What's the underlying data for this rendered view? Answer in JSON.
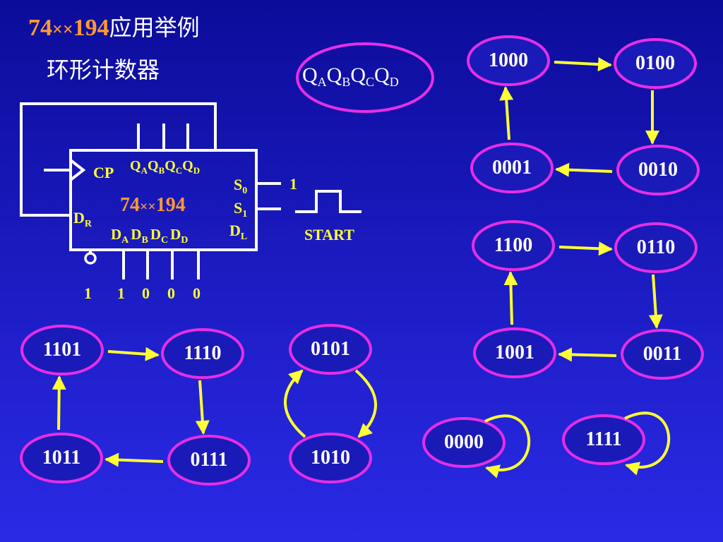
{
  "title": {
    "prefix": "74",
    "xx": "××",
    "num": "194",
    "suffix": "应用举例"
  },
  "subtitle": "环形计数器",
  "q_label": {
    "parts": [
      "Q",
      "A",
      "Q",
      "B",
      "Q",
      "C",
      "Q",
      "D"
    ]
  },
  "chip": {
    "name": "74××194",
    "cp": "CP",
    "dr": "D",
    "dr_sub": "R",
    "dl": "D",
    "dl_sub": "L",
    "s0": "S",
    "s0_sub": "0",
    "s1": "S",
    "s1_sub": "1",
    "q_outputs": [
      "Q",
      "A",
      "Q",
      "B",
      "Q",
      "C",
      "Q",
      "D"
    ],
    "d_inputs": [
      "D",
      "A",
      "D",
      "B",
      "D",
      "C",
      "D",
      "D"
    ],
    "s0_value": "1",
    "start": "START",
    "bottom_values": [
      "1",
      "1",
      "0",
      "0",
      "0"
    ]
  },
  "cycles": [
    {
      "states": [
        "1000",
        "0100",
        "0010",
        "0001"
      ]
    },
    {
      "states": [
        "1100",
        "0110",
        "0011",
        "1001"
      ]
    },
    {
      "states": [
        "1101",
        "1110",
        "0111",
        "1011"
      ]
    },
    {
      "states": [
        "0101",
        "1010"
      ]
    },
    {
      "states": [
        "0000"
      ]
    },
    {
      "states": [
        "1111"
      ]
    }
  ],
  "colors": {
    "background": "#1515b8",
    "ellipse_fill": "#1a1ab8",
    "ellipse_stroke": "#e62ee6",
    "arrow": "#ffff33",
    "title_accent": "#ff9933",
    "chip_label": "#ffff33",
    "text": "#ffffff",
    "wire": "#ffffff"
  }
}
